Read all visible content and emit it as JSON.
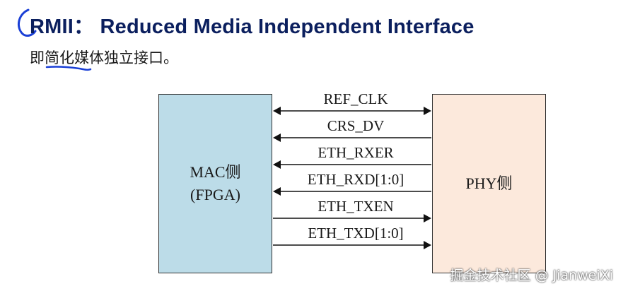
{
  "title": "RMII： Reduced Media Independent Interface",
  "subtitle": "即简化媒体独立接口。",
  "mac": {
    "line1": "MAC侧",
    "line2": "(FPGA)"
  },
  "phy": {
    "label": "PHY侧"
  },
  "signals": [
    {
      "label": "REF_CLK",
      "direction": "both"
    },
    {
      "label": "CRS_DV",
      "direction": "to-mac"
    },
    {
      "label": "ETH_RXER",
      "direction": "to-mac"
    },
    {
      "label": "ETH_RXD[1:0]",
      "direction": "to-mac"
    },
    {
      "label": "ETH_TXEN",
      "direction": "to-phy"
    },
    {
      "label": "ETH_TXD[1:0]",
      "direction": "to-phy"
    }
  ],
  "watermark": "掘金技术社区 @ JianweiXi",
  "colors": {
    "title": "#0b1f5e",
    "mac_fill": "#bcdce8",
    "phy_fill": "#fce9dc",
    "annotation": "#1a3fd6"
  }
}
